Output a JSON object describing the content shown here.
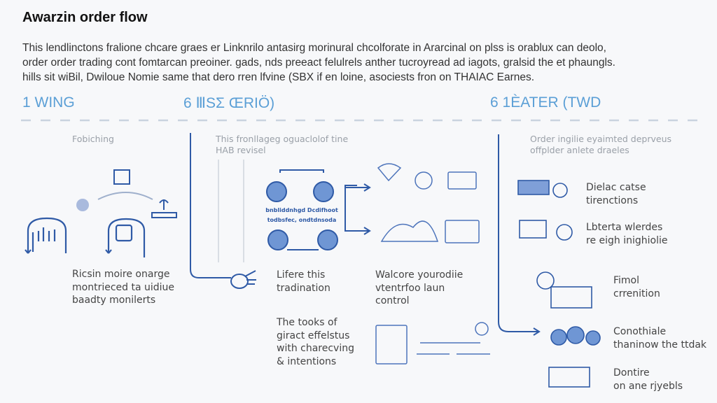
{
  "title": "Awarzin order flow",
  "intro": [
    "This lendlinctons fralione chcare graes er Linknrilo antasirg morinural chcolforate in Ararcinal on plss is orablux can deolo,",
    "order order trading cont fomtarcan preoiner. gads, nds preeact felulrels anther tucroyread ad iagots, gralsid the et phaungls.",
    "hills sit wiBil, Dwiloue Nomie same that dero rren lfvine (SBX if en loine, asociests fron on THAIAC Earnes."
  ],
  "sections": [
    {
      "heading": "1 WING",
      "subtitle": "Fobiching",
      "body": [
        "Ricsin moire onarge",
        "montrieced ta uidiue",
        "baadty monilerts"
      ]
    },
    {
      "heading": "6 ⅢSΣ ŒRIÖ)",
      "subtitle": [
        "This fronllageg oguaclolof tine",
        "HAB revisel"
      ],
      "node_label": [
        "bnbliddnhgd Dcdifhoot",
        "todbsfec, ondtdnsoda"
      ],
      "step1": [
        "Lifere this",
        "tradination"
      ],
      "step2": [
        "The tooks of",
        "giract effelstus",
        "with charecving",
        "& intentions"
      ],
      "step3": [
        "Walcore yourodiie",
        "vtentrfoo laun",
        "control"
      ]
    },
    {
      "heading": "6 1ÈATER (TWD",
      "subtitle": [
        "Order ingilie eyaimted deprveus",
        "offplder anlete draeles"
      ],
      "items": [
        [
          "Dielac catse",
          "tirenctions"
        ],
        [
          "Lbterta wlerdes",
          "re eigh inighiolie"
        ],
        [
          "Fimol",
          "crrenition"
        ],
        [
          "Conothiale",
          "thaninow the ttdak"
        ],
        [
          "Dontire",
          "on ane rjyebls"
        ]
      ]
    }
  ],
  "colors": {
    "accent": "#2f5aa6",
    "heading": "#5b9fd6"
  }
}
